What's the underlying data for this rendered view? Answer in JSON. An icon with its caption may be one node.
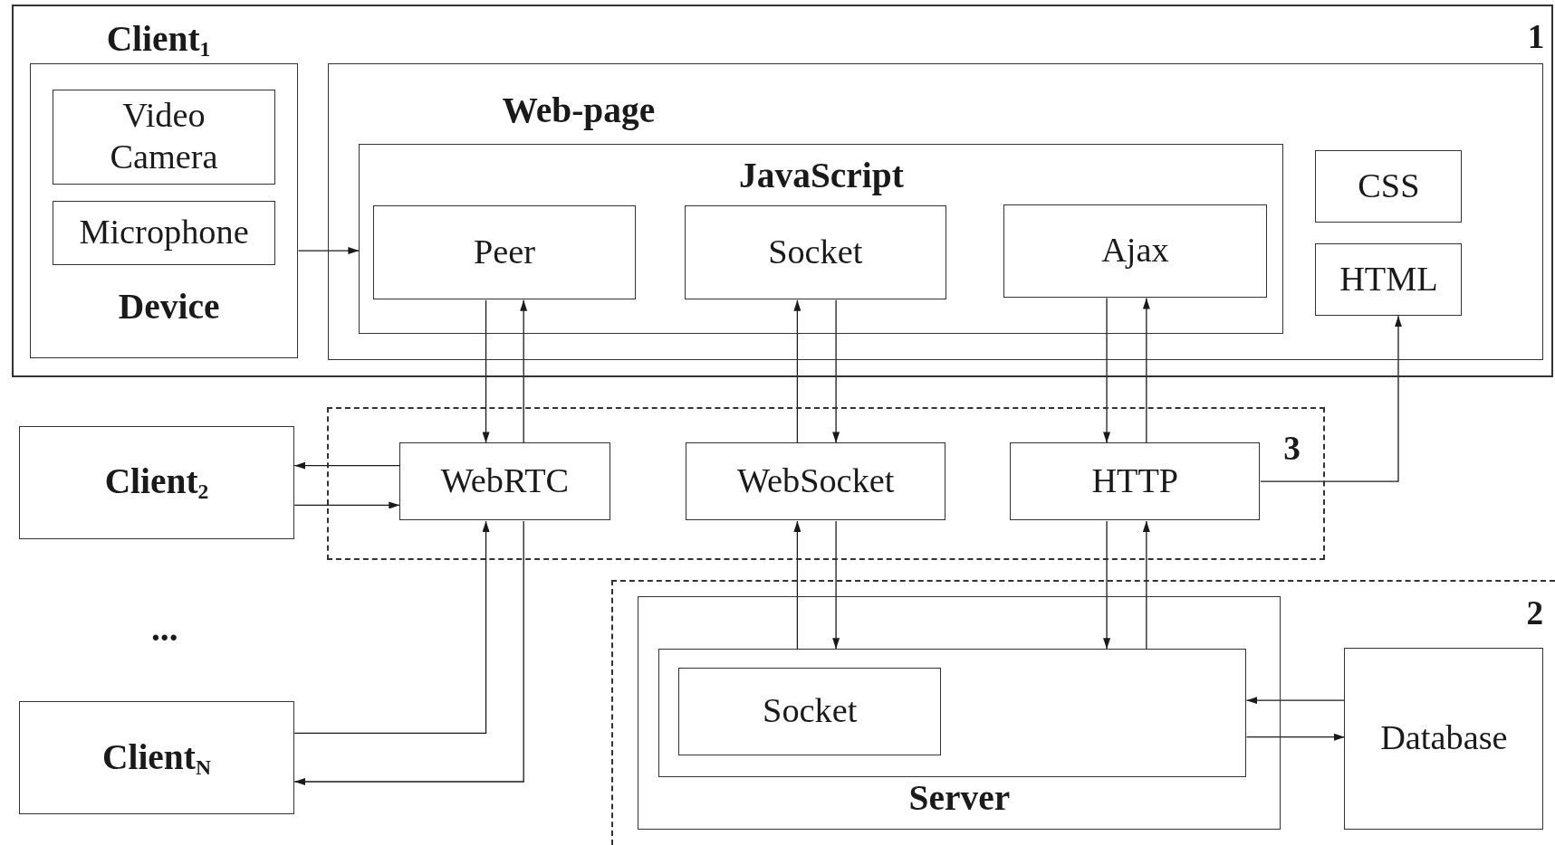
{
  "diagram": {
    "nodes": [
      {
        "text": [
          "Client$_{1}$",
          "1"
        ]
      },
      {
        "text": [
          "Device"
        ],
        "in": 0
      },
      {
        "text": [
          "Video Camera"
        ],
        "in": 1
      },
      {
        "text": [
          "Microphone"
        ],
        "in": 1
      },
      {
        "text": [
          "Web-page"
        ],
        "in": 0
      },
      {
        "text": [
          "JavaScript"
        ],
        "in": 4
      },
      {
        "text": [
          "Peer"
        ],
        "in": 5
      },
      {
        "text": [
          "Socket"
        ],
        "in": 5
      },
      {
        "text": [
          "Ajax"
        ],
        "in": 5
      },
      {
        "text": [
          "CSS"
        ],
        "in": 4
      },
      {
        "text": [
          "HTML"
        ],
        "in": 4
      },
      {
        "text": [
          "3"
        ]
      },
      {
        "text": [
          "WebRTC"
        ],
        "in": 11
      },
      {
        "text": [
          "WebSocket"
        ],
        "in": 11
      },
      {
        "text": [
          "HTTP"
        ],
        "in": 11
      },
      {
        "text": [
          "Client$_{2}$"
        ]
      },
      {
        "text": [
          "Client$_{N}$"
        ]
      },
      {
        "text": [
          "2"
        ]
      },
      {
        "text": [
          "Server"
        ],
        "in": 17
      },
      {
        "text": [],
        "shape": "box",
        "in": 18
      },
      {
        "text": [
          "Socket"
        ],
        "in": 19
      },
      {
        "text": [
          "Database"
        ],
        "in": 17
      }
    ],
    "edges": [
      {
        "from": 1,
        "to": 5,
        "arrow": "to"
      },
      {
        "from": 6,
        "to": 12,
        "arrow": "to"
      },
      {
        "from": 12,
        "to": 6,
        "arrow": "to"
      },
      {
        "from": 7,
        "to": 13,
        "arrow": "to"
      },
      {
        "from": 13,
        "to": 7,
        "arrow": "to"
      },
      {
        "from": 8,
        "to": 14,
        "arrow": "to"
      },
      {
        "from": 14,
        "to": 8,
        "arrow": "to"
      },
      {
        "from": 14,
        "to": 10,
        "arrow": "to"
      },
      {
        "from": 12,
        "to": 15,
        "arrow": "to"
      },
      {
        "from": 15,
        "to": 12,
        "arrow": "to"
      },
      {
        "from": 16,
        "to": 12,
        "arrow": "to"
      },
      {
        "from": 12,
        "to": 16,
        "arrow": "to"
      },
      {
        "from": 13,
        "to": 19,
        "arrow": "to"
      },
      {
        "from": 19,
        "to": 13,
        "arrow": "to"
      },
      {
        "from": 14,
        "to": 19,
        "arrow": "to"
      },
      {
        "from": 19,
        "to": 14,
        "arrow": "to"
      },
      {
        "from": 21,
        "to": 19,
        "arrow": "to"
      },
      {
        "from": 19,
        "to": 21,
        "arrow": "to"
      }
    ],
    "labels": [
      "..."
    ]
  }
}
